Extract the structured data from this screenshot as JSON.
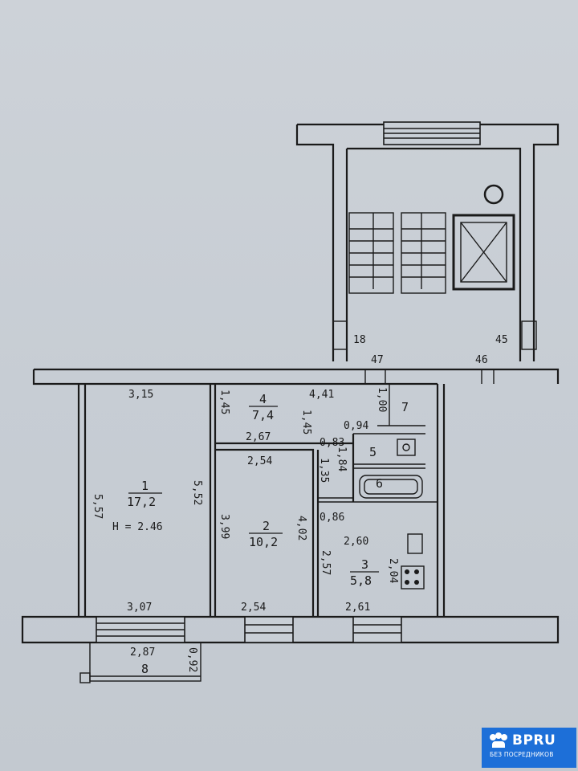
{
  "rooms": [
    {
      "id": "1",
      "number": "1",
      "area": "17,2",
      "height_note": "Н = 2.46"
    },
    {
      "id": "2",
      "number": "2",
      "area": "10,2"
    },
    {
      "id": "3",
      "number": "3",
      "area": "5,8"
    },
    {
      "id": "4",
      "number": "4",
      "area": "7,4"
    },
    {
      "id": "5",
      "number": "5"
    },
    {
      "id": "6",
      "number": "6"
    },
    {
      "id": "7",
      "number": "7"
    },
    {
      "id": "8",
      "number": "8"
    }
  ],
  "dimensions": {
    "r1_top": "3,15",
    "r1_left": "5,57",
    "r1_right": "5,52",
    "r1_bottom": "3,07",
    "r2_top": "2,54",
    "r2_left": "3,99",
    "r2_right": "4,02",
    "r2_bottom": "2,54",
    "r4_left": "1,45",
    "r4_top": "4,41",
    "r4_bottom": "2,67",
    "r4_right": "1,45",
    "r3_top": "2,60",
    "r3_left": "2,57",
    "r3_right": "2,04",
    "r3_bottom": "2,61",
    "bath_a": "0,83",
    "bath_b": "0,86",
    "bath_c": "1,84",
    "bath_d": "1,35",
    "bath_e": "0,94",
    "balcony_w": "2,87",
    "balcony_d": "0,92",
    "stair_18": "18",
    "stair_45": "45",
    "stair_47": "47",
    "stair_46": "46",
    "r7_dim": "1,00"
  },
  "logo": {
    "brand": "BPRU",
    "tagline": "БЕЗ ПОСРЕДНИКОВ",
    "color": "#1d6fd8"
  }
}
